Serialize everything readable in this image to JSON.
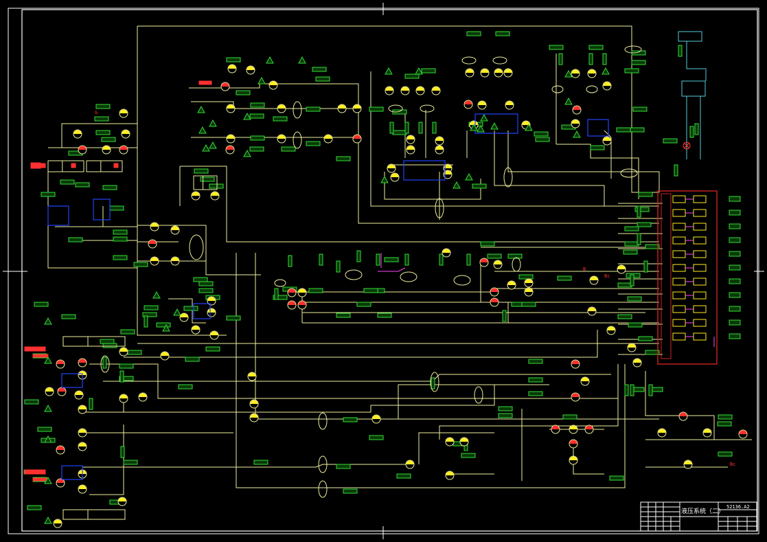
{
  "drawing": {
    "title": "液压系统（二）",
    "drawing_code": "52136.A2"
  },
  "colors": {
    "background": "#000000",
    "line": "#f0f0a0",
    "frame": "#ffffff",
    "label_box": "#33dd33",
    "label_fill": "#0a3a0a",
    "valve_yellow": "#ffee22",
    "valve_red": "#ff3030",
    "valve_blue": "#2244ff",
    "accent_magenta": "#ff44ff",
    "accent_cyan": "#55ccdd",
    "manifold_red": "#cc2222"
  },
  "side_labels": {
    "left_top": "G",
    "right_mid_1": "B",
    "right_mid_2": "Bc",
    "right_bottom": "Bc"
  }
}
